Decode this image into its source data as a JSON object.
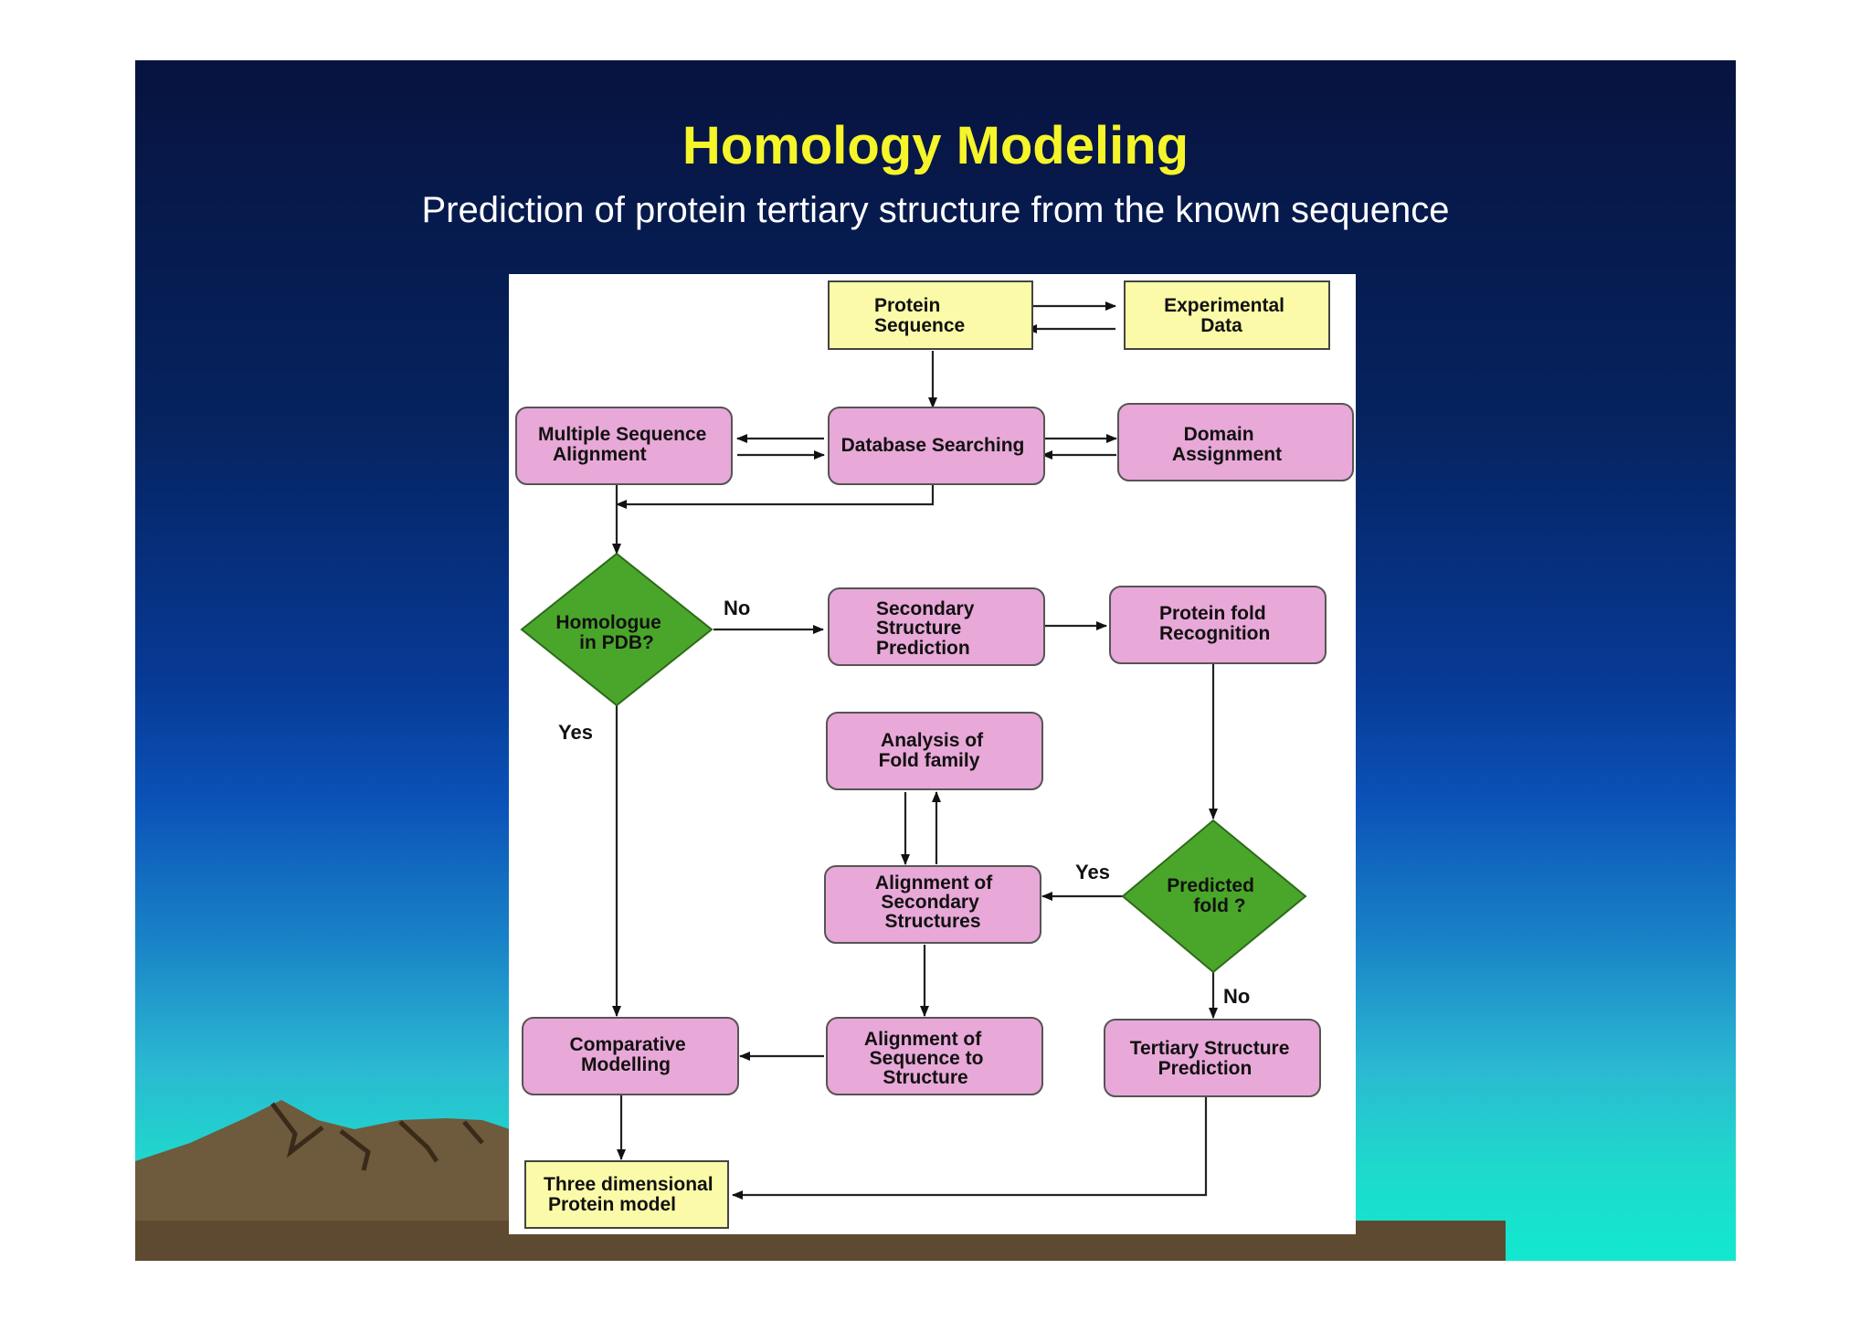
{
  "slide": {
    "title": "Homology Modeling",
    "subtitle": "Prediction of protein tertiary structure from the known sequence"
  },
  "colors": {
    "title": "#f5f52a",
    "process_box_fill": "#e8a8d8",
    "data_box_fill": "#fafaa8",
    "decision_fill": "#4aa62a",
    "panel": "#ffffff"
  },
  "diagram": {
    "protein_sequence": [
      "Protein",
      "Sequence"
    ],
    "experimental_data": [
      "Experimental",
      "Data"
    ],
    "multiple_sequence_alignment": [
      "Multiple Sequence",
      "Alignment"
    ],
    "database_searching": [
      "Database Searching"
    ],
    "domain_assignment": [
      "Domain",
      "Assignment"
    ],
    "homologue_in_pdb": [
      "Homologue",
      "in PDB?"
    ],
    "secondary_structure_prediction": [
      "Secondary",
      "Structure",
      "Prediction"
    ],
    "protein_fold_recognition": [
      "Protein fold",
      "Recognition"
    ],
    "analysis_of_fold_family": [
      "Analysis of",
      "Fold family"
    ],
    "alignment_of_secondary_structures": [
      "Alignment of",
      "Secondary",
      "Structures"
    ],
    "predicted_fold": [
      "Predicted",
      "fold ?"
    ],
    "comparative_modelling": [
      "Comparative",
      "Modelling"
    ],
    "alignment_of_sequence_to_structure": [
      "Alignment of",
      "Sequence to",
      "Structure"
    ],
    "tertiary_structure_prediction": [
      "Tertiary Structure",
      "Prediction"
    ],
    "three_dimensional_protein_model": [
      "Three dimensional",
      "Protein model"
    ],
    "edge_labels": {
      "homologue_no": "No",
      "homologue_yes": "Yes",
      "predicted_yes": "Yes",
      "predicted_no": "No"
    }
  }
}
